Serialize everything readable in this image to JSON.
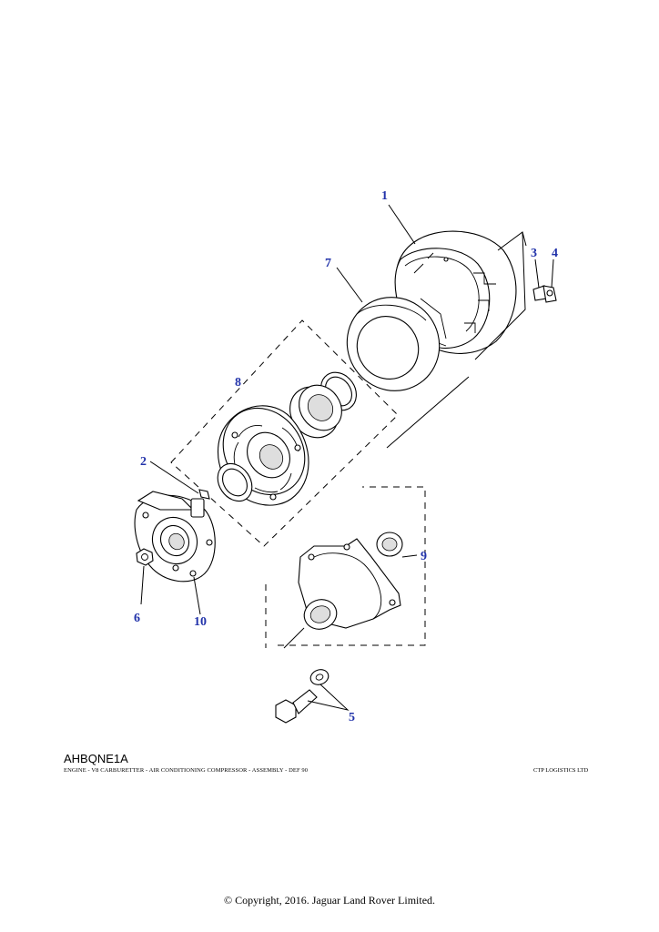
{
  "callouts": [
    "1",
    "2",
    "3",
    "4",
    "5",
    "6",
    "7",
    "8",
    "9",
    "10"
  ],
  "footer": {
    "drawing_code": "AHBQNE1A",
    "caption": "ENGINE - V8 CARBURETTER - AIR CONDITIONING COMPRESSOR -  ASSEMBLY - DEF 90",
    "supplier": "CTP LOGISTICS LTD",
    "copyright": "© Copyright, 2016. Jaguar Land Rover Limited."
  },
  "colors": {
    "callout": "#2233aa",
    "line": "#000000"
  }
}
